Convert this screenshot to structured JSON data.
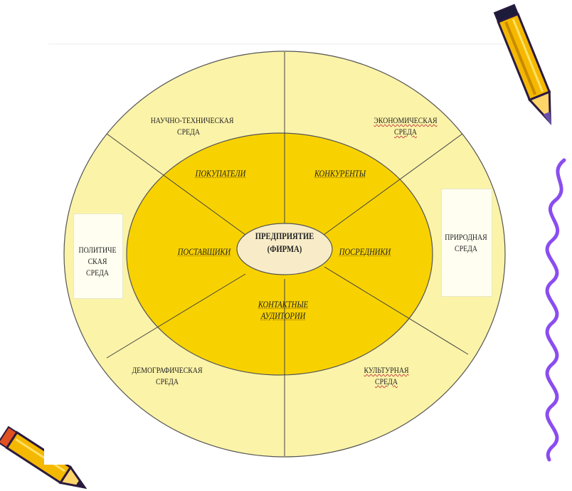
{
  "diagram": {
    "center": {
      "line1": "ПРЕДПРИЯТИЕ",
      "line2": "(ФИРМА)"
    },
    "inner_sectors": {
      "buyers": "ПОКУПАТЕЛИ",
      "competitors": "КОНКУРЕНТЫ",
      "suppliers": "ПОСТАВЩИКИ",
      "intermediaries": "ПОСРЕДНИКИ",
      "contact_audiences": {
        "line1": "КОНТАКТНЫЕ",
        "line2": "АУДИТОРИИ"
      }
    },
    "outer_sectors": {
      "scientific_technical": {
        "line1": "НАУЧНО-ТЕХНИЧЕСКАЯ",
        "line2": "СРЕДА"
      },
      "economic": {
        "line1": "ЭКОНОМИЧЕСКАЯ",
        "line2": "СРЕДА"
      },
      "political": {
        "line1": "ПОЛИТИЧЕ",
        "line2": "СКАЯ",
        "line3": "СРЕДА"
      },
      "natural": {
        "line1": "ПРИРОДНАЯ",
        "line2": "СРЕДА"
      },
      "demographic": {
        "line1": "ДЕМОГРАФИЧЕСКАЯ",
        "line2": "СРЕДА"
      },
      "cultural": {
        "line1": "КУЛЬТУРНАЯ",
        "line2": "СРЕДА"
      }
    }
  },
  "colors": {
    "outer_ring": "#fbf3a8",
    "inner_ring": "#f8d200",
    "center": "#f8ecc8",
    "lines": "#444444",
    "pencil_body": "#f5b800",
    "pencil_outline": "#2a1a40",
    "wave": "#8a4df0"
  },
  "decorations": {
    "top_right_pencil": "pencil-icon",
    "bottom_left_pencil": "pencil-icon",
    "wave": "wavy-line-decoration"
  }
}
